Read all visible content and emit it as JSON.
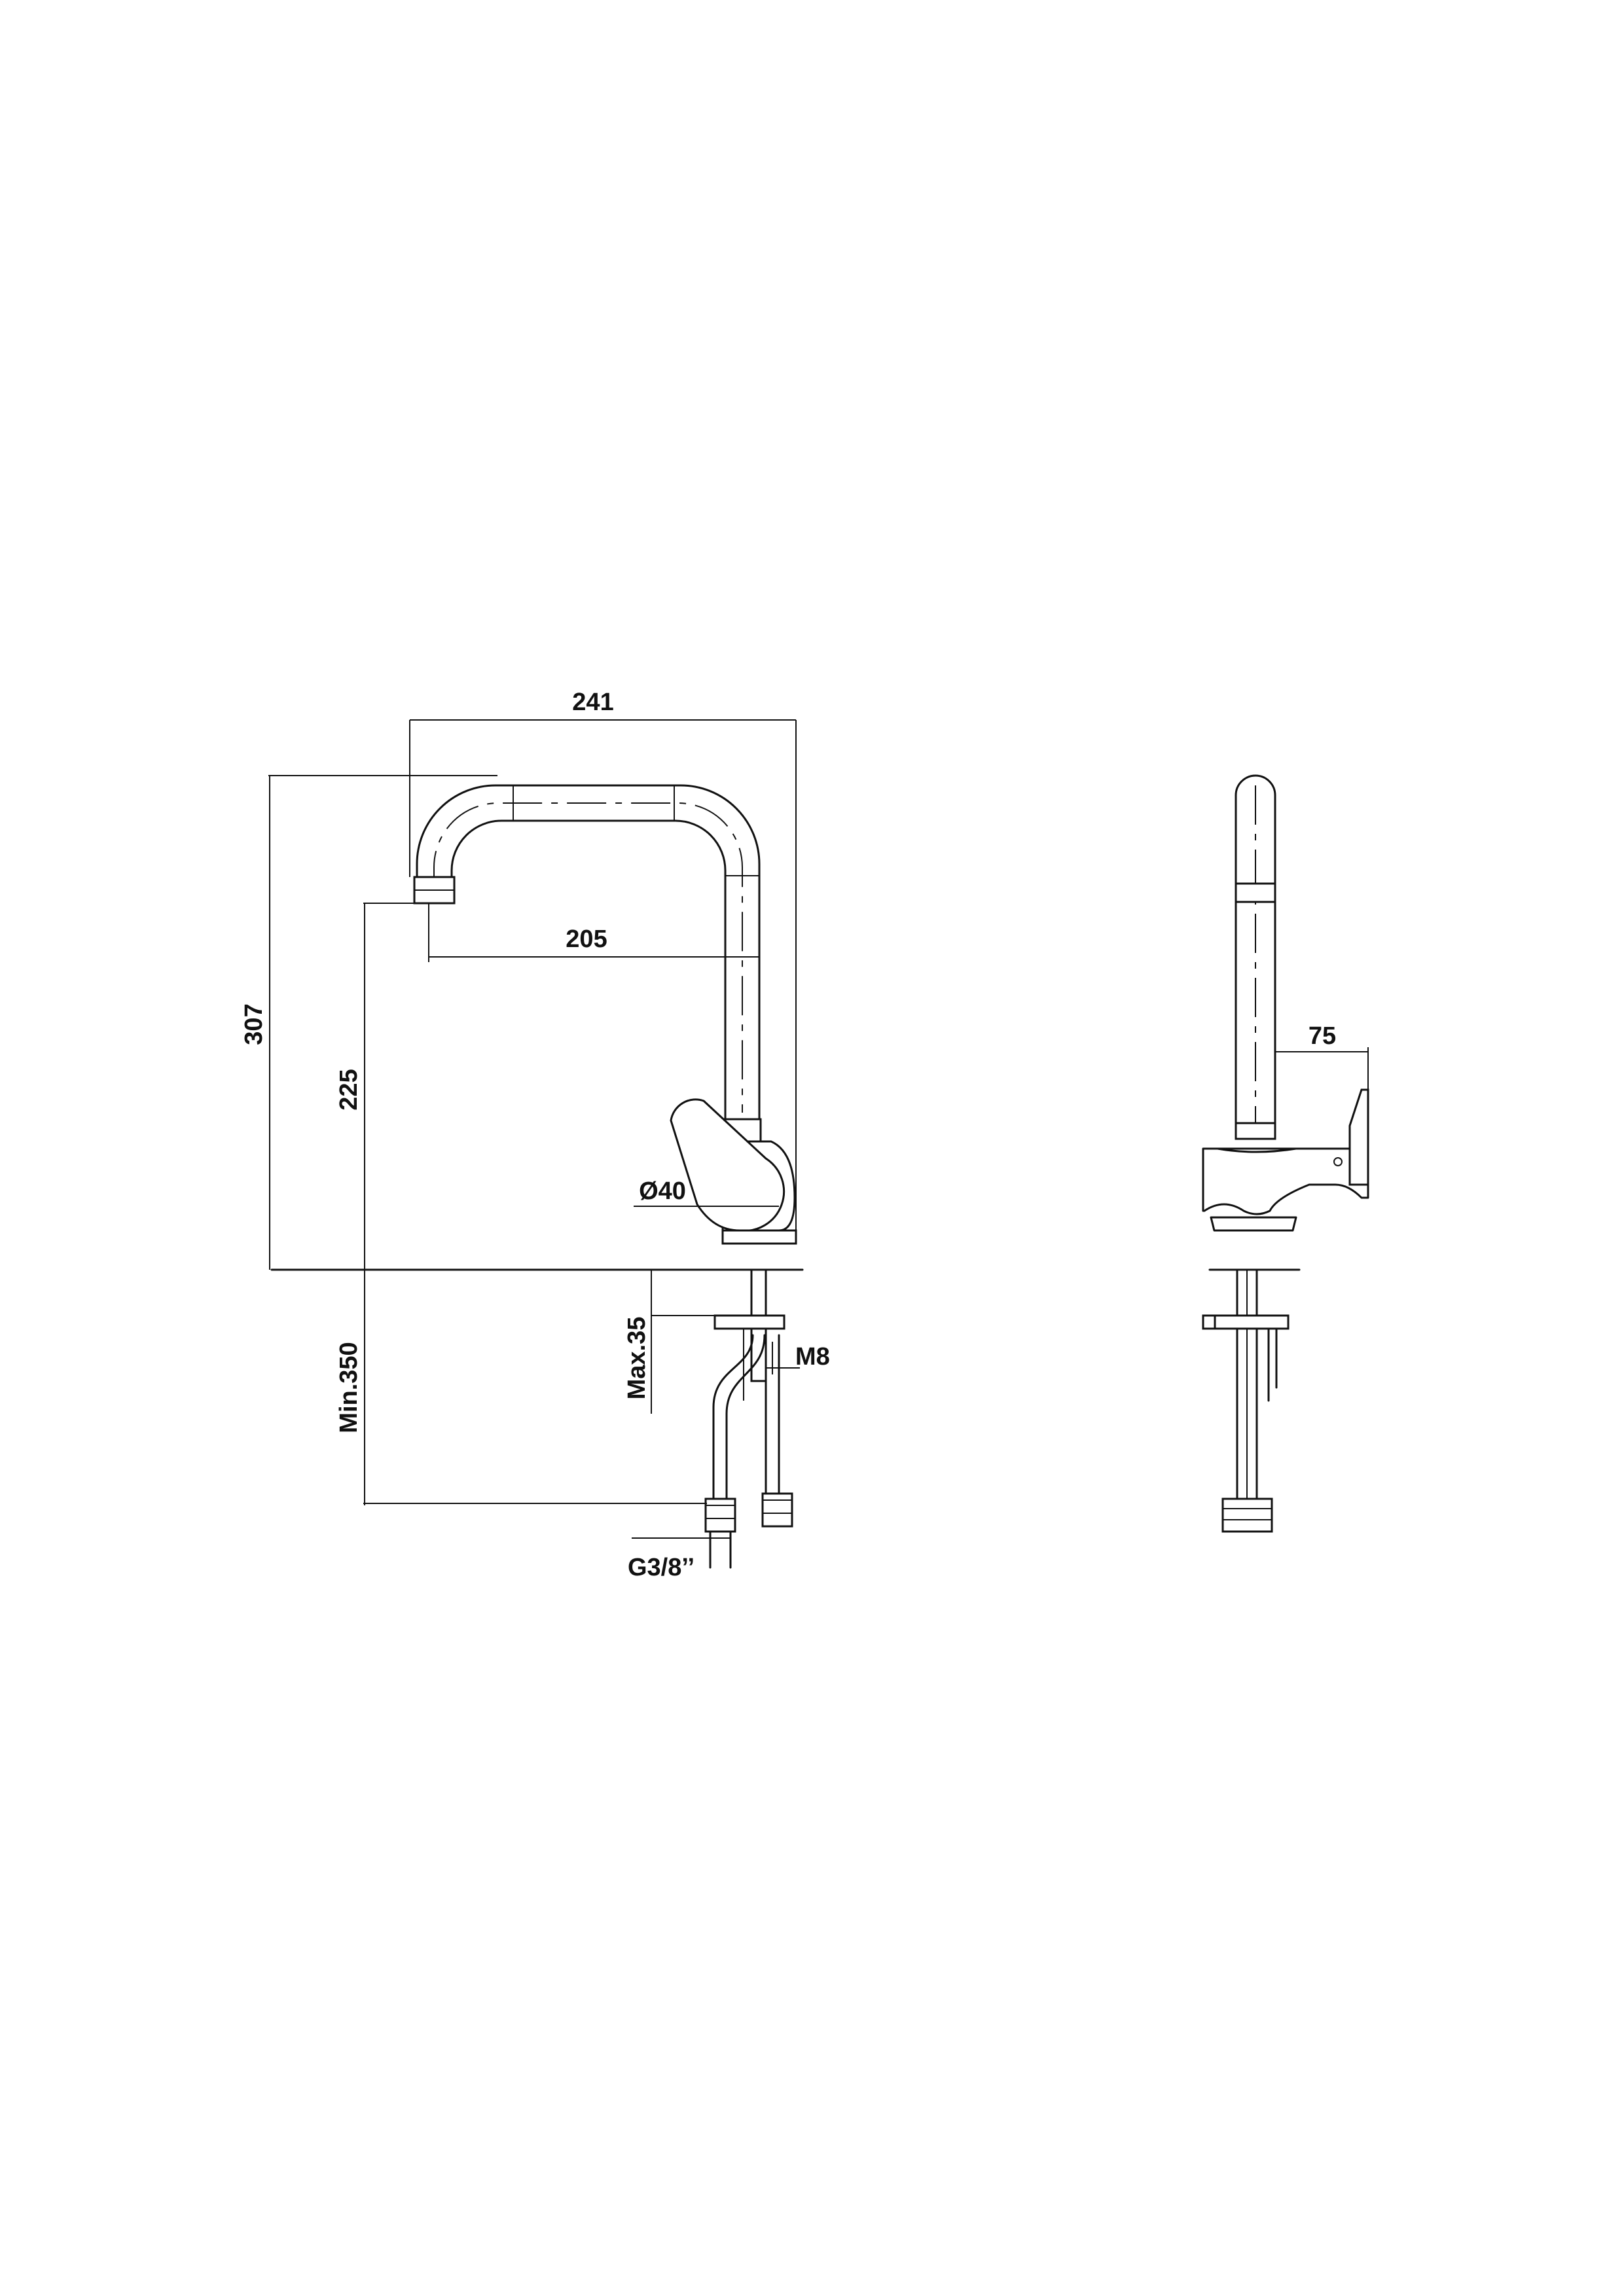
{
  "front_view": {
    "dimensions": {
      "overall_width": "241",
      "spout_reach": "205",
      "overall_height": "307",
      "spout_height": "225",
      "base_diameter": "Ø40",
      "max_deck_thickness": "Max.35",
      "stud_thread": "M8",
      "min_hose_length": "Min.350",
      "hose_connection": "G3/8’’"
    }
  },
  "side_view": {
    "dimensions": {
      "lever_projection": "75"
    }
  }
}
